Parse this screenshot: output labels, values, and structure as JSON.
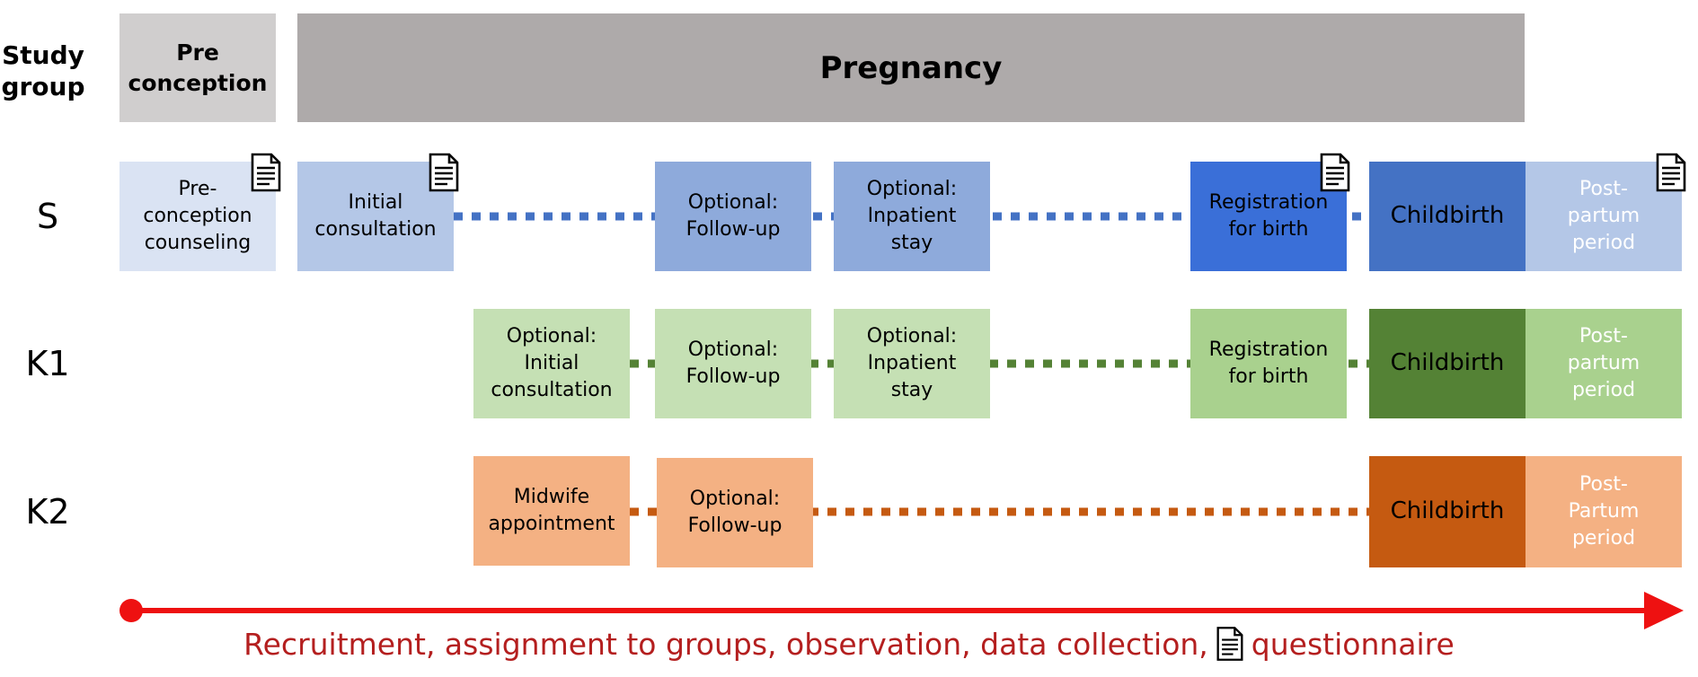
{
  "header": {
    "study_group": [
      "Study",
      "group"
    ],
    "preconception": [
      "Pre",
      "conception"
    ],
    "pregnancy": "Pregnancy"
  },
  "rows": [
    {
      "label": "S",
      "line_color": "#4472c4",
      "boxes": [
        {
          "lines": [
            "Pre-",
            "conception",
            "counseling"
          ],
          "fill": "#dae3f3",
          "text_color": "#000000",
          "questionnaire": true
        },
        {
          "lines": [
            "Initial",
            "consultation"
          ],
          "fill": "#b4c7e7",
          "text_color": "#000000",
          "questionnaire": true
        },
        {
          "lines": [
            "Optional:",
            "Follow-up"
          ],
          "fill": "#8eaadb",
          "text_color": "#000000",
          "questionnaire": false
        },
        {
          "lines": [
            "Optional:",
            "Inpatient",
            "stay"
          ],
          "fill": "#8eaadb",
          "text_color": "#000000",
          "questionnaire": false
        },
        {
          "lines": [
            "Registration",
            "for birth"
          ],
          "fill": "#3a6fd8",
          "text_color": "#000000",
          "questionnaire": true
        },
        {
          "lines": [
            "Childbirth"
          ],
          "fill": "#4472c4",
          "text_color": "#000000",
          "questionnaire": false
        },
        {
          "lines": [
            "Post-",
            "partum",
            "period"
          ],
          "fill": "#b4c7e7",
          "text_color": "#ffffff",
          "questionnaire": true
        }
      ]
    },
    {
      "label": "K1",
      "line_color": "#548235",
      "boxes": [
        {
          "lines": [
            "Optional:",
            "Initial",
            "consultation"
          ],
          "fill": "#c5e0b4",
          "text_color": "#000000",
          "questionnaire": false
        },
        {
          "lines": [
            "Optional:",
            "Follow-up"
          ],
          "fill": "#c5e0b4",
          "text_color": "#000000",
          "questionnaire": false
        },
        {
          "lines": [
            "Optional:",
            "Inpatient",
            "stay"
          ],
          "fill": "#c5e0b4",
          "text_color": "#000000",
          "questionnaire": false
        },
        {
          "lines": [
            "Registration",
            "for birth"
          ],
          "fill": "#a9d18e",
          "text_color": "#000000",
          "questionnaire": false
        },
        {
          "lines": [
            "Childbirth"
          ],
          "fill": "#548235",
          "text_color": "#000000",
          "questionnaire": false
        },
        {
          "lines": [
            "Post-",
            "partum",
            "period"
          ],
          "fill": "#a9d18e",
          "text_color": "#ffffff",
          "questionnaire": false
        }
      ]
    },
    {
      "label": "K2",
      "line_color": "#c55a11",
      "boxes": [
        {
          "lines": [
            "Midwife",
            "appointment"
          ],
          "fill": "#f4b183",
          "text_color": "#000000",
          "questionnaire": false
        },
        {
          "lines": [
            "Optional:",
            "Follow-up"
          ],
          "fill": "#f4b183",
          "text_color": "#000000",
          "questionnaire": false
        },
        {
          "lines": [
            "Childbirth"
          ],
          "fill": "#c55a11",
          "text_color": "#000000",
          "questionnaire": false
        },
        {
          "lines": [
            "Post-",
            "Partum",
            "period"
          ],
          "fill": "#f4b183",
          "text_color": "#ffffff",
          "questionnaire": false
        }
      ]
    }
  ],
  "timeline": {
    "color": "#ee1111",
    "caption_before": "Recruitment, assignment to groups, observation, data collection,",
    "caption_after": "questionnaire",
    "caption_color": "#b41f1f"
  },
  "icons": {
    "questionnaire": "document-icon"
  }
}
